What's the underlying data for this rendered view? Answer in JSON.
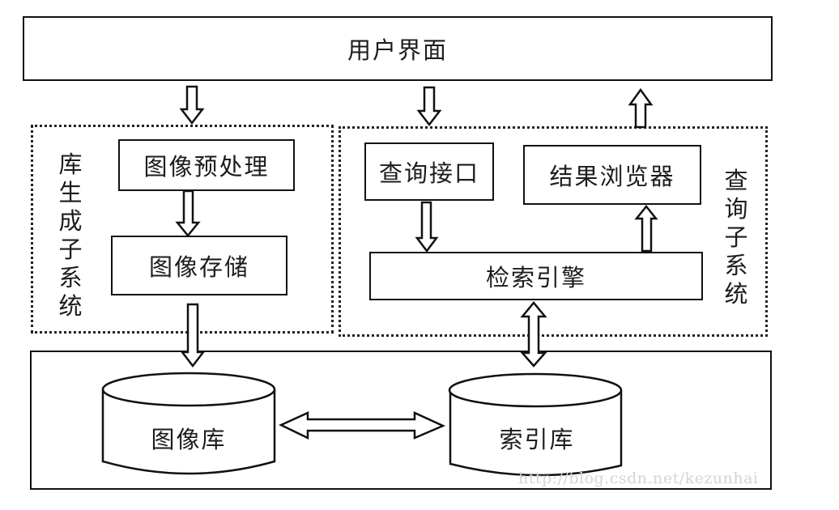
{
  "diagram": {
    "user_interface": "用户界面",
    "library_subsystem": {
      "label": "库生成子系统",
      "image_preprocessing": "图像预处理",
      "image_storage": "图像存储"
    },
    "query_subsystem": {
      "label": "查询子系统",
      "query_interface": "查询接口",
      "result_browser": "结果浏览器",
      "search_engine": "检索引擎"
    },
    "databases": {
      "image_db": "图像库",
      "index_db": "索引库"
    },
    "watermark": "http://blog.csdn.net/kezunhai",
    "colors": {
      "line": "#111111",
      "background": "#ffffff",
      "watermark": "#d4d4d4"
    }
  }
}
